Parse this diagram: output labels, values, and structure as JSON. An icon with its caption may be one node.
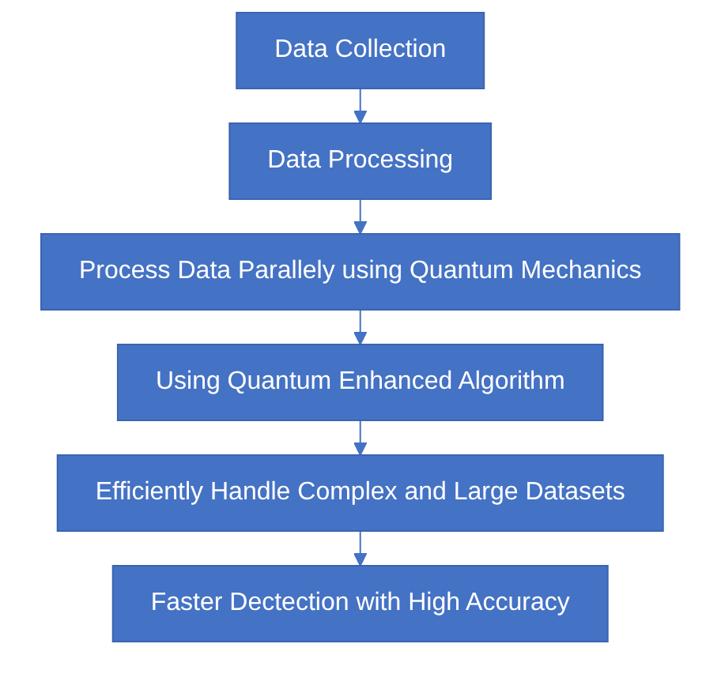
{
  "diagram": {
    "nodes": [
      {
        "text": [
          "Data Collection"
        ]
      },
      {
        "text": [
          "Data Processing"
        ]
      },
      {
        "text": [
          "Process Data Parallely using Quantum Mechanics"
        ]
      },
      {
        "text": [
          "Using Quantum Enhanced Algorithm"
        ]
      },
      {
        "text": [
          "Efficiently Handle Complex and Large Datasets"
        ]
      },
      {
        "text": [
          "Faster Dectection with High Accuracy"
        ]
      }
    ],
    "edges": [
      {
        "from": 0,
        "to": 1,
        "arrow": "to"
      },
      {
        "from": 1,
        "to": 2,
        "arrow": "to"
      },
      {
        "from": 2,
        "to": 3,
        "arrow": "to"
      },
      {
        "from": 3,
        "to": 4,
        "arrow": "to"
      },
      {
        "from": 4,
        "to": 5,
        "arrow": "to"
      }
    ]
  }
}
